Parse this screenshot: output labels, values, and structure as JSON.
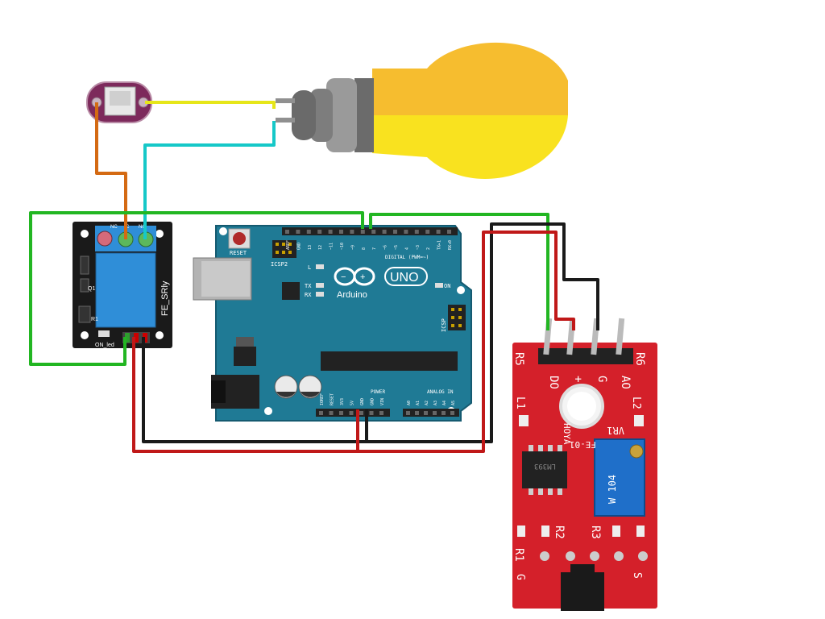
{
  "relay": {
    "name": "FE_SRly",
    "terminals": [
      "NC",
      "C",
      "NO"
    ],
    "led_label": "ON_led",
    "q_label": "Q1",
    "r_label": "R1"
  },
  "arduino": {
    "reset_label": "RESET",
    "icsp2_label": "ICSP2",
    "icsp_label": "ICSP",
    "digital_label": "DIGITAL (PWM=~)",
    "tx_label": "TX",
    "rx_label": "RX",
    "l_label": "L",
    "on_label": "ON",
    "brand": "Arduino",
    "model": "UNO",
    "power_label": "POWER",
    "analog_label": "ANALOG IN",
    "digital_pins": [
      "AREF",
      "GND",
      "13",
      "12",
      "~11",
      "~10",
      "~9",
      "8",
      "7",
      "~6",
      "~5",
      "4",
      "~3",
      "2",
      "TX▸1",
      "RX◂0"
    ],
    "power_pins": [
      "IOREF",
      "RESET",
      "3V3",
      "5V",
      "GND",
      "GND",
      "VIN"
    ],
    "analog_pins": [
      "A0",
      "A1",
      "A2",
      "A3",
      "A4",
      "A5"
    ]
  },
  "sensor": {
    "pin_labels": [
      "DO",
      "+",
      "G",
      "AO"
    ],
    "r5": "R5",
    "r6": "R6",
    "r1": "R1",
    "r2": "R2",
    "r3": "R3",
    "l1": "L1",
    "l2": "L2",
    "vr1": "VR1",
    "brand": "HOYA",
    "code": "FE-01",
    "chip": "LM393",
    "pot": "W 104",
    "g_label": "G",
    "s_label": "S",
    "plus": "+"
  },
  "colors": {
    "board_teal": "#1f7a95",
    "relay_black": "#1a1a1a",
    "relay_blue": "#2f8ed8",
    "sensor_red": "#d4202a",
    "bulb_top": "#f6bd2f",
    "bulb_bottom": "#f9e21f",
    "socket_gray": "#7a7a7a"
  }
}
